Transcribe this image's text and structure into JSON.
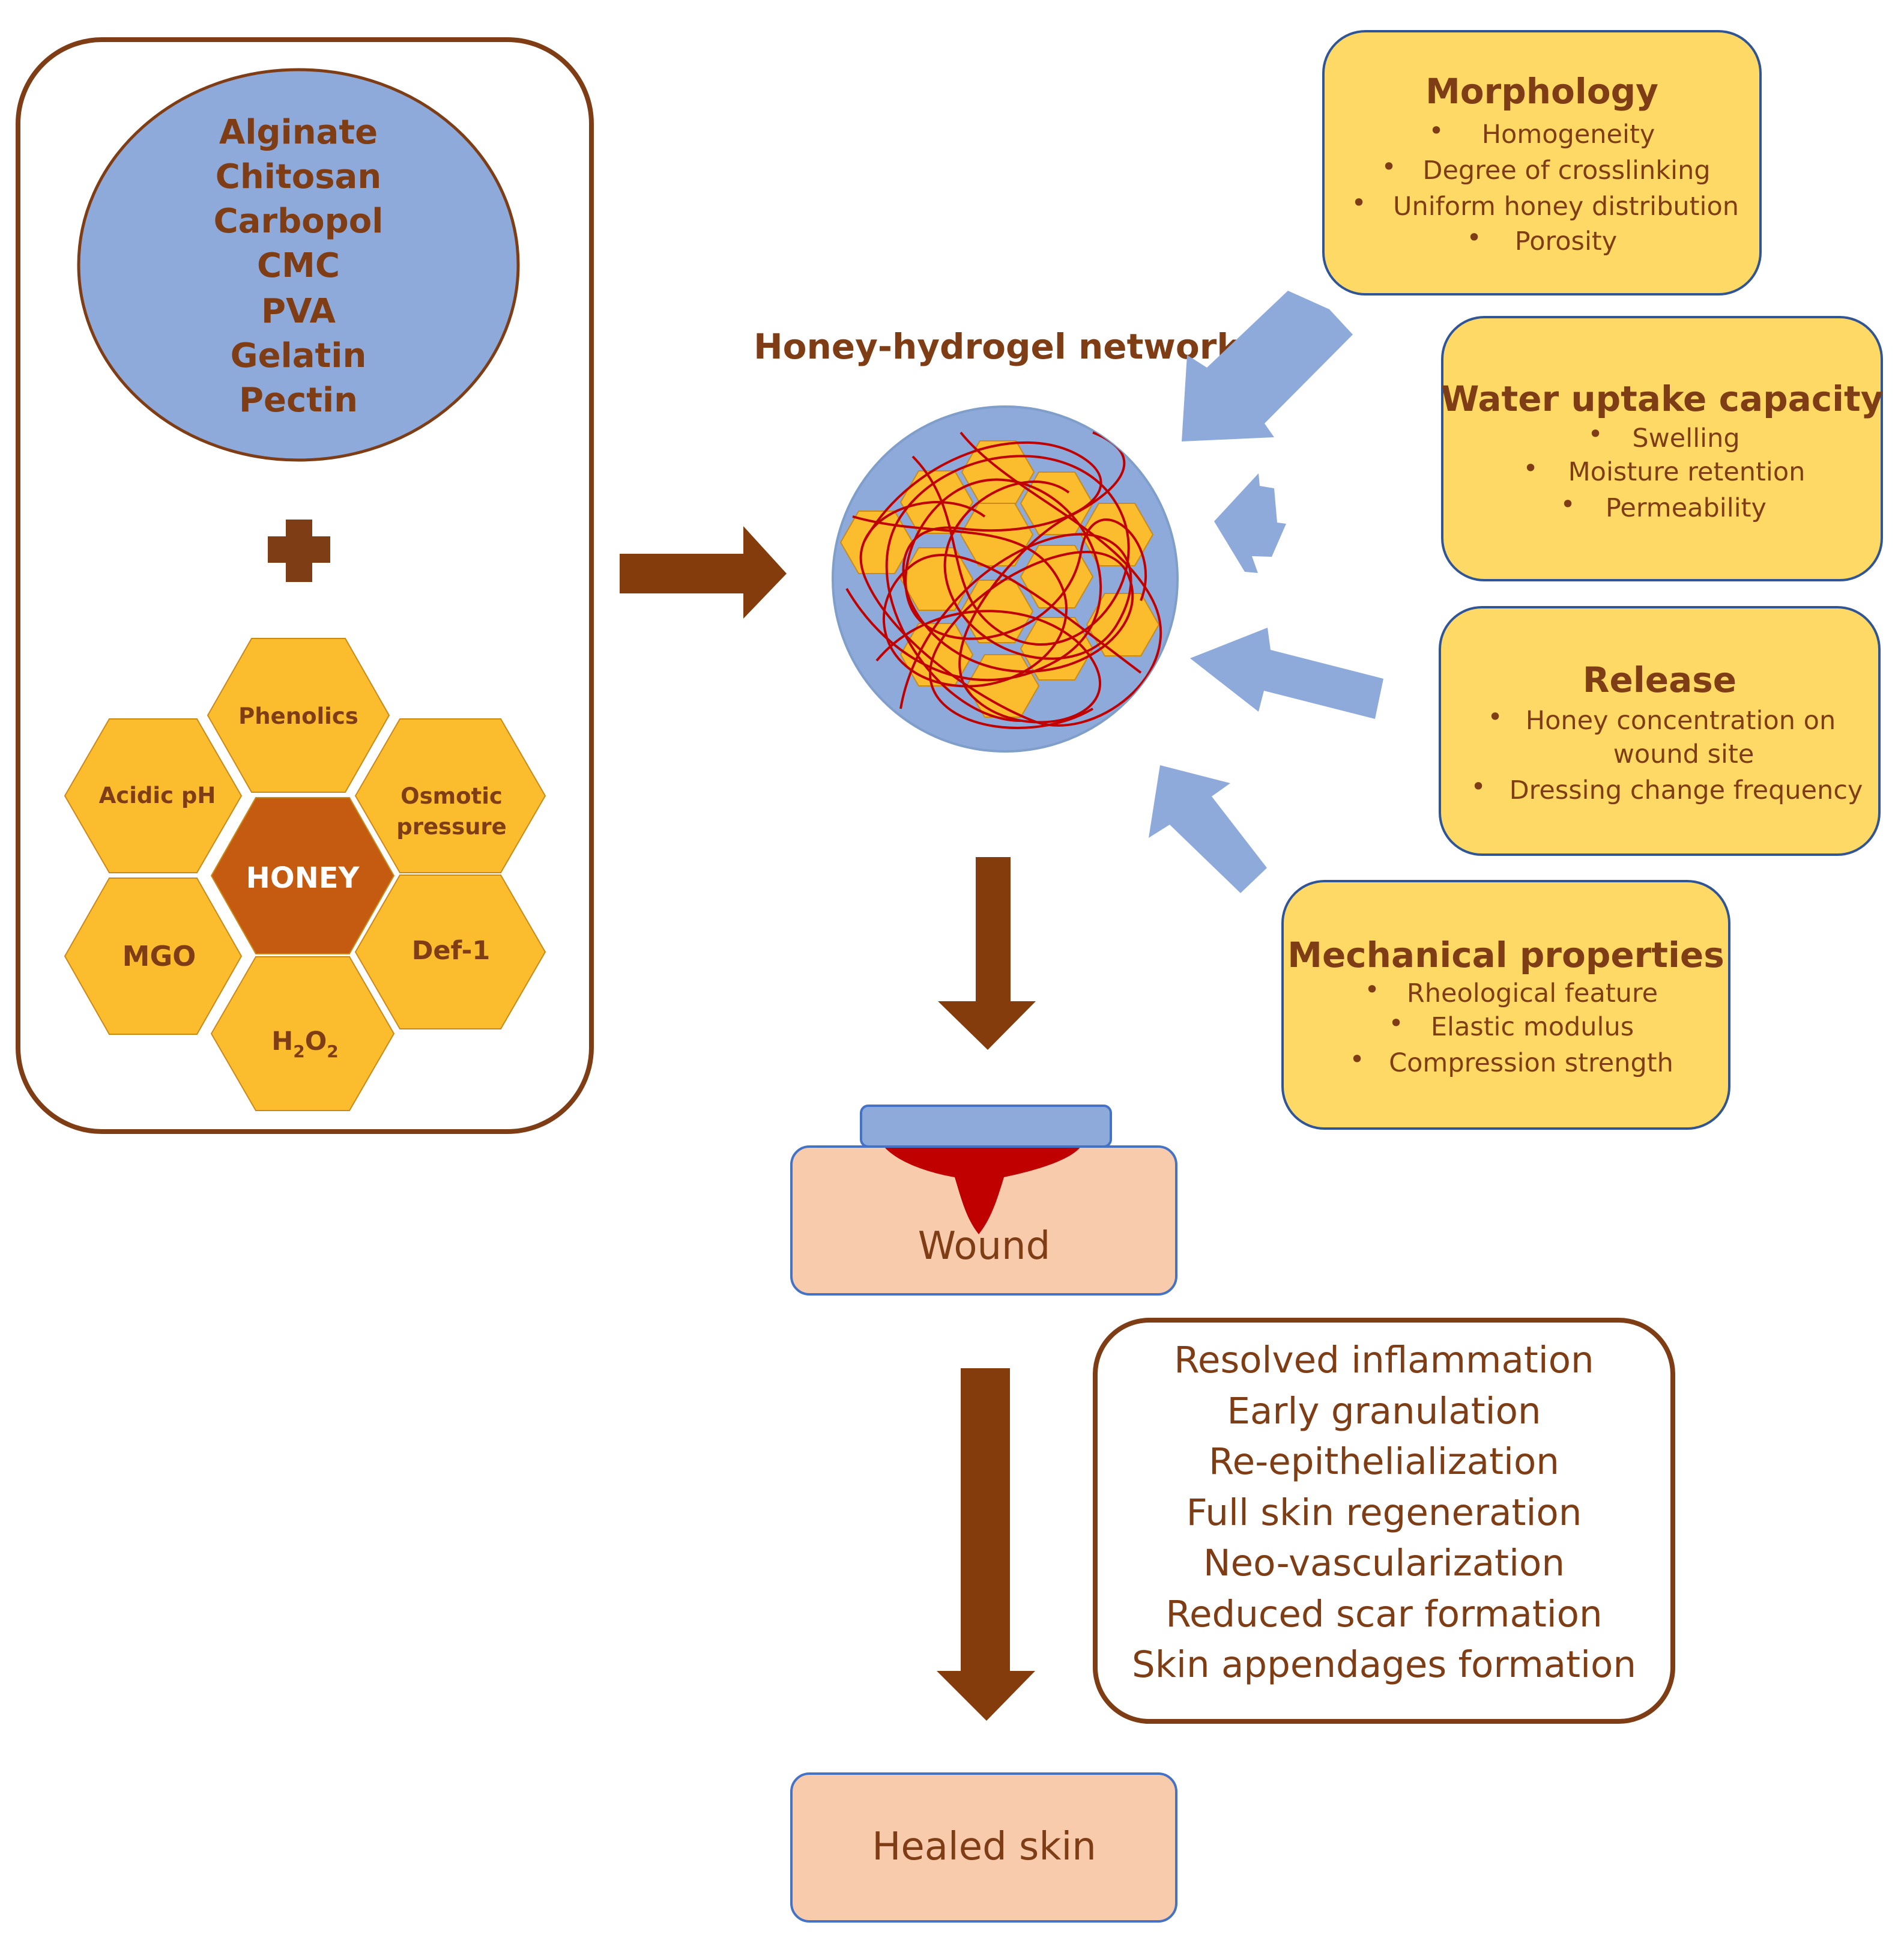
{
  "polymers": [
    "Alginate",
    "Chitosan",
    "Carbopol",
    "CMC",
    "PVA",
    "Gelatin",
    "Pectin"
  ],
  "honey": {
    "center": "HONEY",
    "phenolics": "Phenolics",
    "acidic_ph": "Acidic pH",
    "osmotic_line1": "Osmotic",
    "osmotic_line2": "pressure",
    "mgo": "MGO",
    "def1": "Def-1",
    "h2o2_base1": "H",
    "h2o2_sub1": "2",
    "h2o2_base2": "O",
    "h2o2_sub2": "2"
  },
  "network_title": "Honey-hydrogel network",
  "wound_label": "Wound",
  "healed_label": "Healed skin",
  "property_boxes": {
    "morphology": {
      "title": "Morphology",
      "items": [
        "Homogeneity",
        "Degree of crosslinking",
        "Uniform honey distribution",
        "Porosity"
      ]
    },
    "water": {
      "title": "Water uptake capacity",
      "items": [
        "Swelling",
        "Moisture retention",
        "Permeability"
      ]
    },
    "release": {
      "title": "Release",
      "item1_line1": "Honey concentration on",
      "item1_line2": "wound site",
      "item2": "Dressing change frequency"
    },
    "mechanical": {
      "title": "Mechanical properties",
      "items": [
        "Rheological feature",
        "Elastic modulus",
        "Compression strength"
      ]
    }
  },
  "outcomes": [
    "Resolved inflammation",
    "Early granulation",
    "Re-epithelialization",
    "Full skin regeneration",
    "Neo-vascularization",
    "Reduced scar formation",
    "Skin appendages formation"
  ],
  "bullet": "•",
  "colors": {
    "brown": "#7f3d15",
    "text_brown": "#7f3d15",
    "blue": "#8eaadb",
    "yellow_box": "#ffd966",
    "yellow_hex": "#fbbc2e",
    "honey_center": "#c55a11",
    "skin": "#f8cbad",
    "red": "#c00000",
    "box_border": "#2f5597"
  }
}
